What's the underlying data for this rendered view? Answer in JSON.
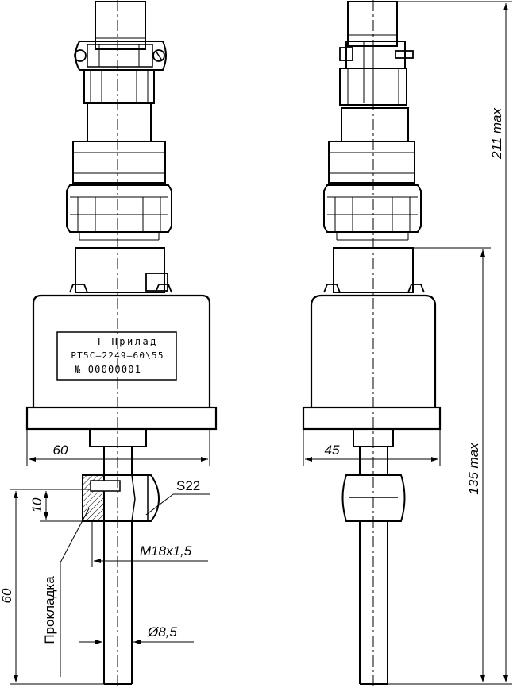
{
  "nameplate": {
    "line1": "Т–Прилад",
    "line2": "РТ5С–2249–60\\55",
    "line3": "№  00000001"
  },
  "dimensions": {
    "height_total": "211 max",
    "height_probe": "135 max",
    "flange_width_front": "60",
    "flange_width_side": "45",
    "nut_height": "10",
    "wrench_size": "S22",
    "thread": "M18x1,5",
    "immersion_length": "60",
    "probe_diameter": "Ø8,5"
  },
  "labels": {
    "gasket": "Прокладка"
  }
}
